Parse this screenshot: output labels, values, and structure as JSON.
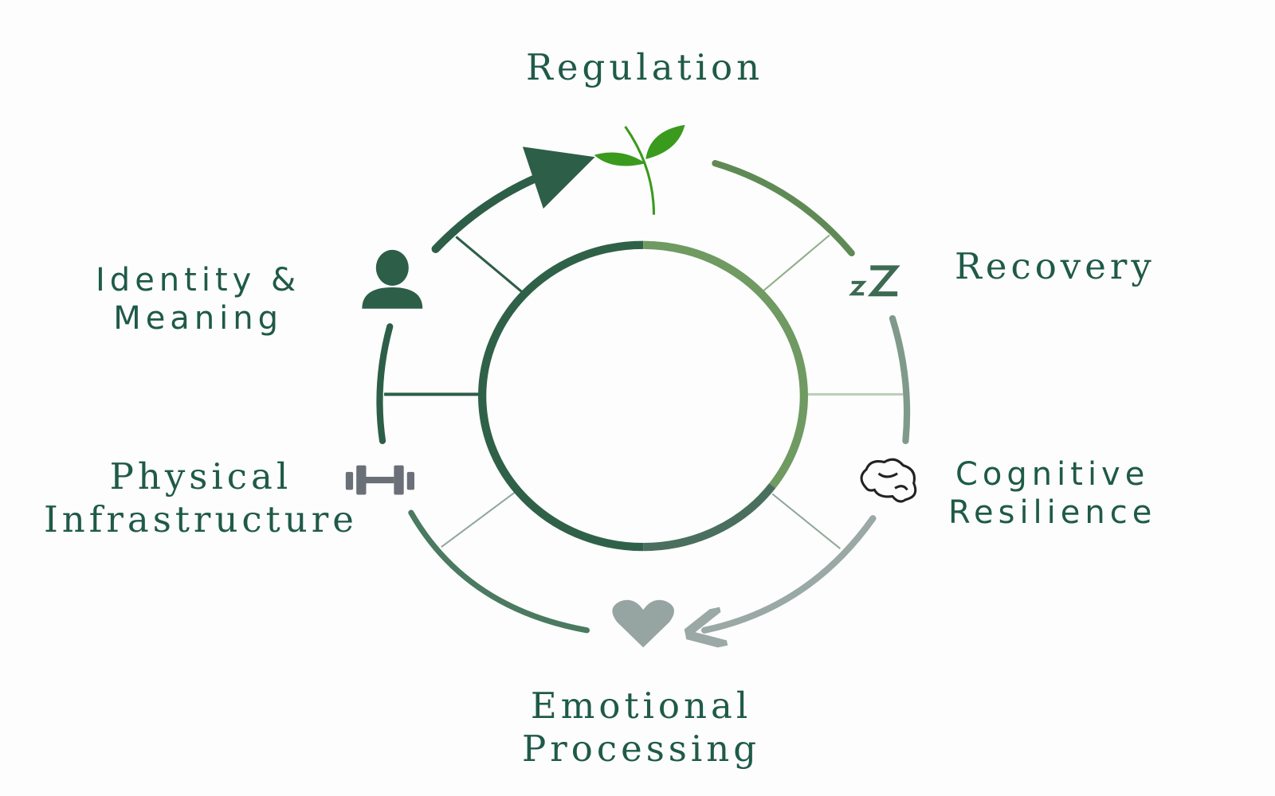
{
  "title": "Wellbeing cycle",
  "nodes": {
    "regulation": {
      "label": "Regulation",
      "icon": "sprout-icon"
    },
    "recovery": {
      "label": "Recovery",
      "icon": "sleep-zz-icon"
    },
    "cognitive": {
      "label_line1": "Cognitive",
      "label_line2": "Resilience",
      "icon": "brain-icon"
    },
    "emotional": {
      "label_line1": "Emotional",
      "label_line2": "Processing",
      "icon": "heart-icon"
    },
    "physical": {
      "label_line1": "Physical",
      "label_line2": "Infrastructure",
      "icon": "dumbbell-icon"
    },
    "identity": {
      "label_line1": "Identity &",
      "label_line2": "Meaning",
      "icon": "person-icon"
    }
  },
  "colors": {
    "dark_green": "#2d5e48",
    "mid_green": "#5f8a55",
    "leaf_green": "#3a9a1e",
    "gray": "#9aa8a6",
    "text": "#1f5a48"
  }
}
